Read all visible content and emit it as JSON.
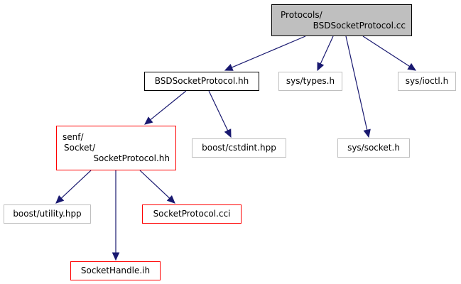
{
  "colors": {
    "edge": "#191970",
    "root_fill": "#bfbfbf",
    "border_gray": "#bfbfbf",
    "border_red": "#ff0000",
    "border_black": "#000000"
  },
  "nodes": {
    "root": {
      "line1": "Protocols/",
      "line2": "BSDSocketProtocol.cc"
    },
    "bsd_hh": {
      "label": "BSDSocketProtocol.hh"
    },
    "sys_types": {
      "label": "sys/types.h"
    },
    "sys_ioctl": {
      "label": "sys/ioctl.h"
    },
    "sys_socket": {
      "label": "sys/socket.h"
    },
    "socket_protocol_hh": {
      "line1": "senf/",
      "line2": "Socket/",
      "line3": "SocketProtocol.hh"
    },
    "boost_cstdint": {
      "label": "boost/cstdint.hpp"
    },
    "boost_utility": {
      "label": "boost/utility.hpp"
    },
    "socket_protocol_cci": {
      "label": "SocketProtocol.cci"
    },
    "socket_handle_ih": {
      "label": "SocketHandle.ih"
    }
  }
}
